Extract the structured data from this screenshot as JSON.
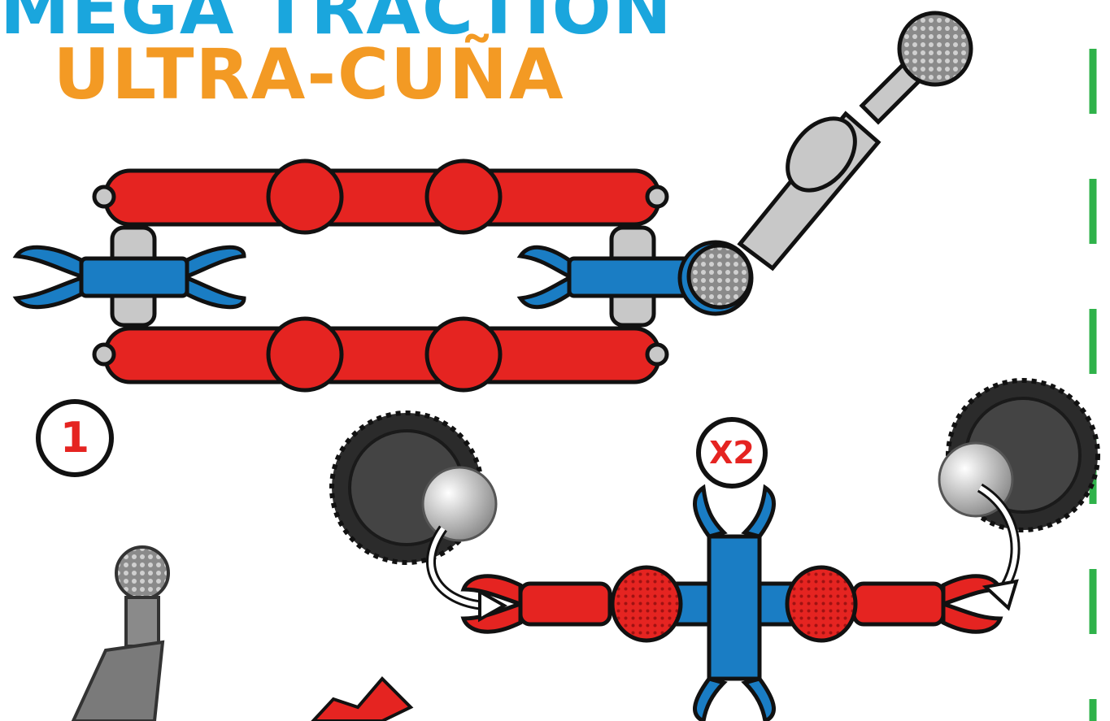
{
  "title": {
    "line1": "MEGA TRACTION",
    "line2": "ULTRA-CUÑA"
  },
  "step_number": "1",
  "multiplier": "X2",
  "colors": {
    "title1": "#1aa6dd",
    "title2": "#f39a24",
    "red_part": "#e52421",
    "blue_part": "#1a7dc4",
    "grey_part": "#c8c8c8",
    "wheel": "#2b2b2b",
    "dashed_line": "#2fb24a"
  }
}
